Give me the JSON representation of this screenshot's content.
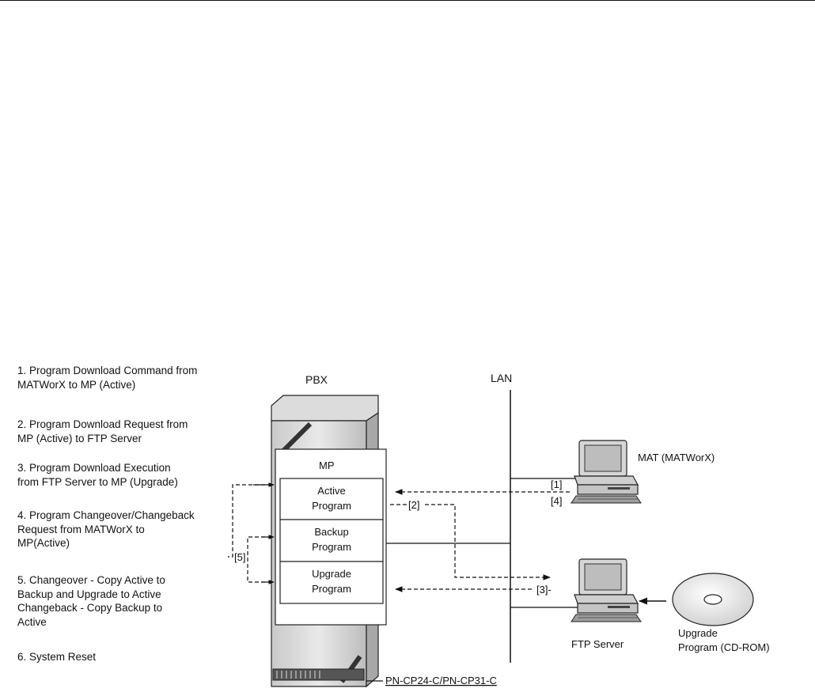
{
  "steps": [
    "1. Program Download Command from\n    MATWorX to MP (Active)",
    "2. Program Download Request from\n    MP (Active) to FTP Server",
    "3. Program Download Execution\n    from FTP Server to MP (Upgrade)",
    "4. Program Changeover/Changeback\n    Request from MATWorX to\n    MP(Active)",
    "5. Changeover - Copy Active to\n    Backup and Upgrade to Active\n    Changeback - Copy Backup to\n    Active",
    "6.  System Reset"
  ],
  "labels": {
    "pbx": "PBX",
    "lan": "LAN",
    "mp": "MP",
    "active_line1": "Active",
    "active_line2": "Program",
    "backup_line1": "Backup",
    "backup_line2": "Program",
    "upgrade_line1": "Upgrade",
    "upgrade_line2": "Program",
    "mat": "MAT (MATWorX)",
    "ftp": "FTP Server",
    "cd_line1": "Upgrade",
    "cd_line2": "Program (CD-ROM)",
    "part_no": "PN-CP24-C/PN-CP31-C",
    "ref1": "[1]",
    "ref2": "[2]",
    "ref3": "[3]-",
    "ref4": "[4]",
    "ref5": "[5]"
  }
}
